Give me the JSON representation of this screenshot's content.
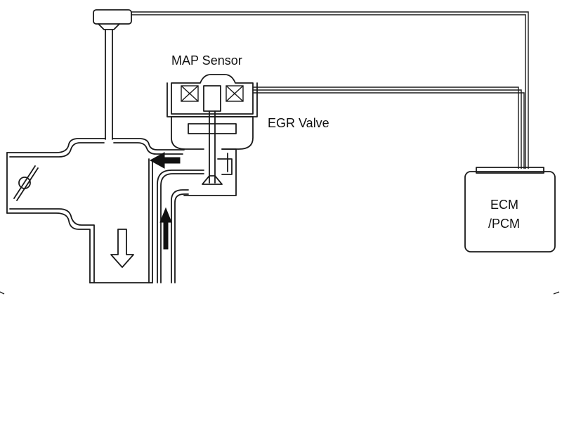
{
  "labels": {
    "map_sensor": "MAP Sensor",
    "egr_valve": "EGR Valve",
    "ecm_line1": "ECM",
    "ecm_line2": "/PCM"
  },
  "colors": {
    "line": "#1a1a1a",
    "background": "#ffffff"
  }
}
